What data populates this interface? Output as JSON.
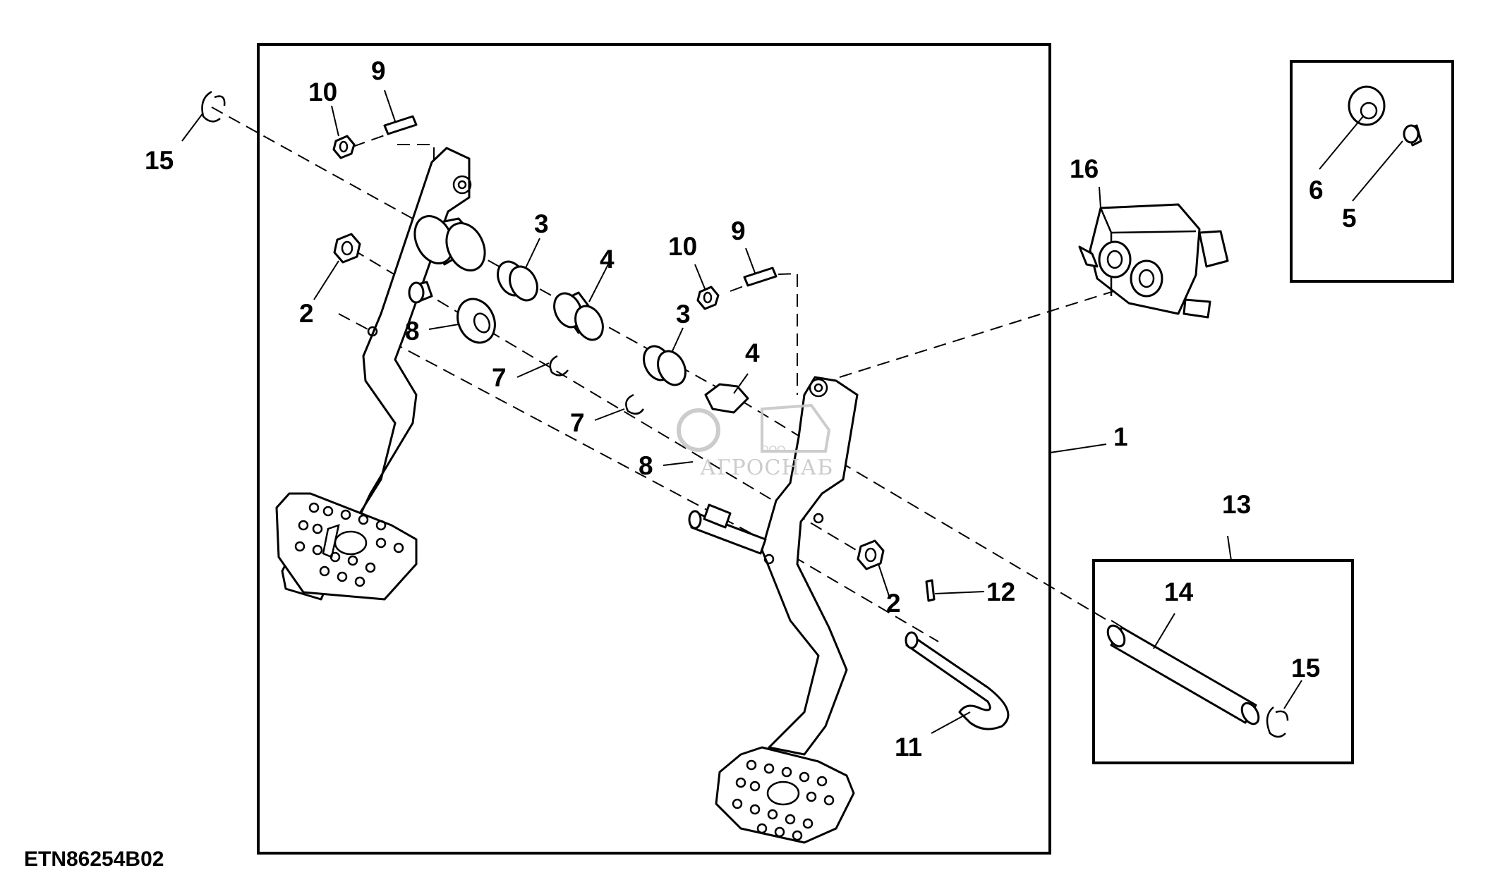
{
  "diagram": {
    "figure_code": "ETN86254B02",
    "watermark": {
      "text": "АГРОСНАБ",
      "prefix": "ООО"
    },
    "callouts": {
      "c1": "1",
      "c2a": "2",
      "c2b": "2",
      "c3a": "3",
      "c3b": "3",
      "c4a": "4",
      "c4b": "4",
      "c5": "5",
      "c6": "6",
      "c7a": "7",
      "c7b": "7",
      "c8a": "8",
      "c8b": "8",
      "c9a": "9",
      "c9b": "9",
      "c10a": "10",
      "c10b": "10",
      "c11": "11",
      "c12": "12",
      "c13": "13",
      "c14": "14",
      "c15a": "15",
      "c15b": "15",
      "c16": "16"
    }
  }
}
